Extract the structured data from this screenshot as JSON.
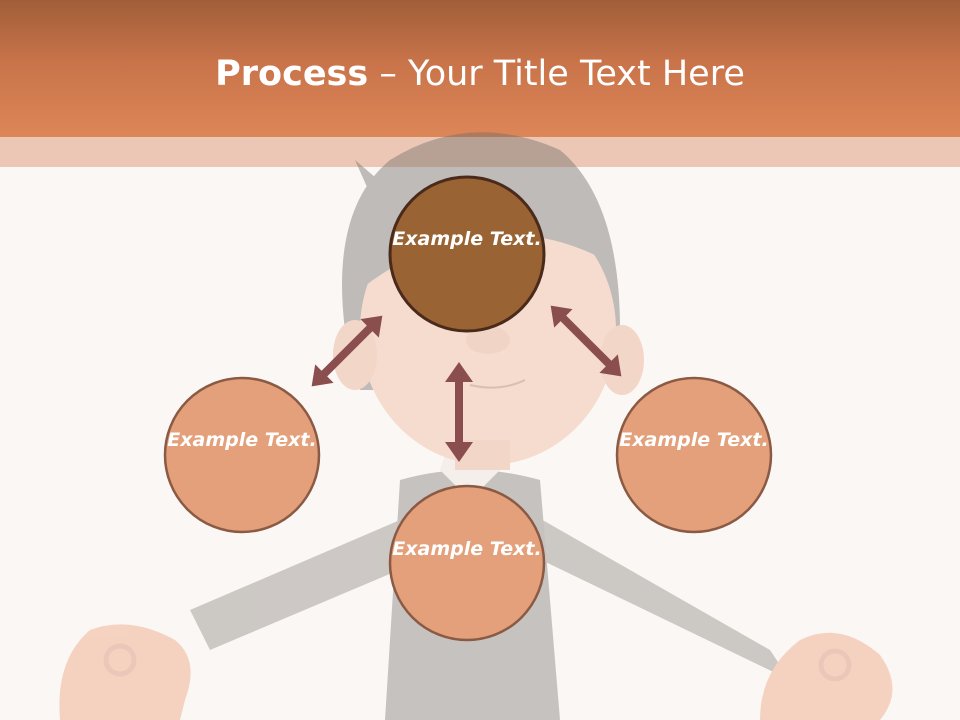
{
  "header": {
    "title_bold": "Process",
    "title_rest": " – Your Title Text Here"
  },
  "diagram": {
    "nodes": [
      {
        "label": "Example Text.",
        "color": "#9a6334"
      },
      {
        "label": "Example Text.",
        "color": "#e3a07a"
      },
      {
        "label": "Example Text.",
        "color": "#e3a07a"
      },
      {
        "label": "Example Text.",
        "color": "#e3a07a"
      }
    ],
    "arrow_color": "#8b4e4e",
    "node_border_color": "#4a2a1a"
  }
}
